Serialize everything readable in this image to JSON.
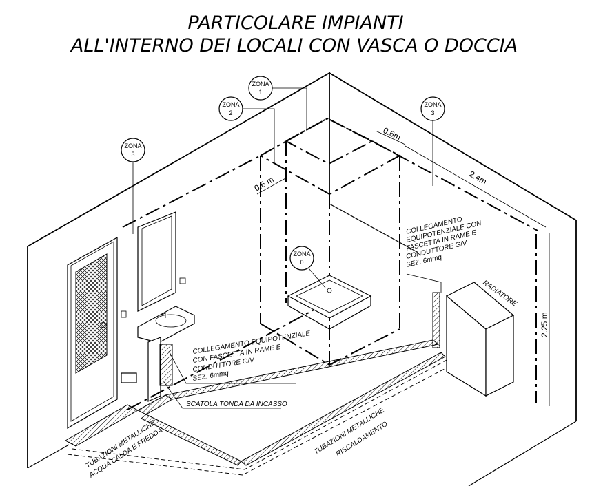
{
  "title": {
    "line1": "PARTICOLARE IMPIANTI",
    "line2": "ALL'INTERNO  DEI LOCALI CON VASCA O DOCCIA"
  },
  "zones": [
    {
      "word": "ZONA",
      "num": "1"
    },
    {
      "word": "ZONA",
      "num": "2"
    },
    {
      "word": "ZONA",
      "num": "3"
    },
    {
      "word": "ZONA",
      "num": "3"
    },
    {
      "word": "ZONA",
      "num": "0"
    }
  ],
  "dimensions": {
    "d06_top": "0.6m",
    "d06_left": "0.6 m",
    "d24": "2.4m",
    "d225": "2.25 m"
  },
  "labels": {
    "collegamento_right": [
      "COLLEGAMENTO",
      "EQUIPOTENZIALE CON",
      "FASCETTA IN RAME E",
      "CONDUTTORE G/V",
      "SEZ. 6mmq"
    ],
    "collegamento_left": [
      "COLLEGAMENTO EQUIPOTENZIALE",
      "CON FASCETTA IN RAME E",
      "CONDUTTORE G/V",
      "SEZ. 6mmq"
    ],
    "radiatore": "RADIATORE",
    "scatola": "SCATOLA TONDA DA INCASSO",
    "tubazioni_acqua": [
      "TUBAZIONI METALLICHE",
      "ACQUA CALDA E FREDDA"
    ],
    "tubazioni_risc": [
      "TUBAZIONI METALLICHE",
      "RISCALDAMENTO"
    ]
  }
}
